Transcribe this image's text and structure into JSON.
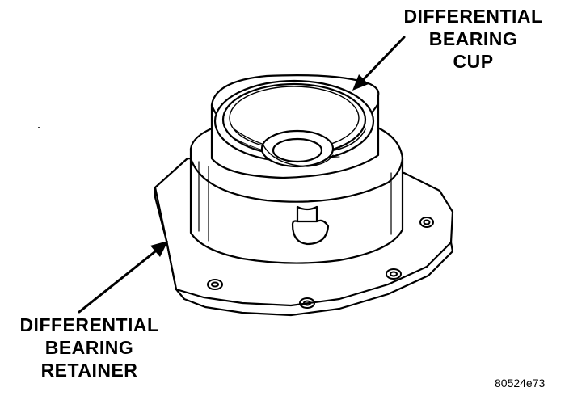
{
  "labels": {
    "cup": [
      "DIFFERENTIAL",
      "BEARING",
      "CUP"
    ],
    "retainer": [
      "DIFFERENTIAL",
      "BEARING",
      "RETAINER"
    ]
  },
  "figure_code": "80524e73",
  "colors": {
    "ink": "#000000",
    "paper": "#ffffff"
  }
}
